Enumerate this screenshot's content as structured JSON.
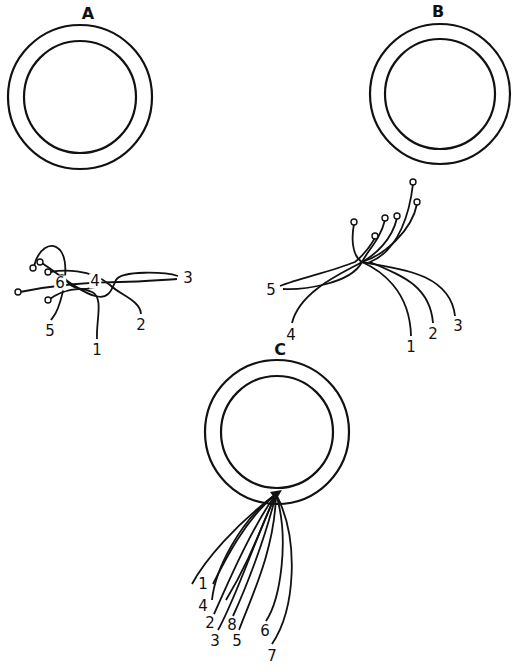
{
  "diagram": {
    "labels": [
      "A",
      "6",
      "4",
      "3",
      "5",
      "1",
      "2",
      "B",
      "5",
      "4",
      "1",
      "2",
      "3",
      "C",
      "1",
      "4",
      "2",
      "3",
      "8",
      "5",
      "6",
      "7"
    ]
  }
}
